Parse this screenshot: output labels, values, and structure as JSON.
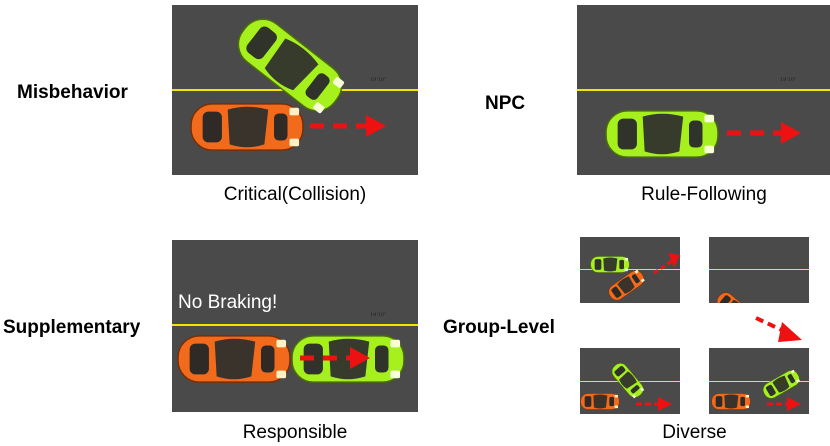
{
  "labels": {
    "misbehavior": "Misbehavior",
    "npc": "NPC",
    "supplementary": "Supplementary",
    "group_level": "Group-Level"
  },
  "captions": {
    "critical": "Critical(Collision)",
    "rule_following": "Rule-Following",
    "responsible": "Responsible",
    "diverse": "Diverse"
  },
  "overlay": {
    "no_braking": "No Braking!"
  },
  "colors": {
    "road": "#4a4a4a",
    "lane_line": "#f5e400",
    "orange_car": "#f26a1b",
    "green_car": "#a6f01e",
    "arrow": "#ee1111"
  },
  "icons": [
    "orange-car-icon",
    "green-car-icon",
    "red-dashed-arrow-icon"
  ]
}
